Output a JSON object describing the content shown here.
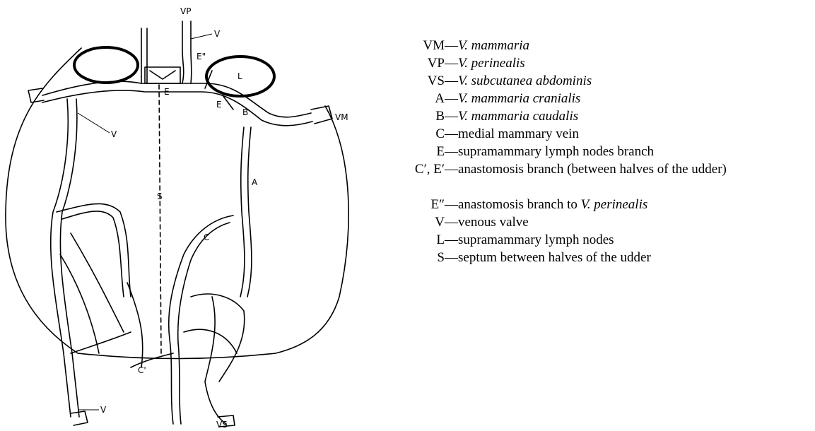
{
  "figure": {
    "labels": {
      "vp": "VP",
      "v_top": "V",
      "e_dd": "E\"",
      "l": "L",
      "e_mid": "E",
      "e_right": "E",
      "b": "B",
      "vm": "VM",
      "v_left": "V",
      "s": "S",
      "a": "A",
      "c": "C",
      "c_prime": "C'",
      "v_bottom": "V",
      "vs": "VS"
    }
  },
  "legend": [
    {
      "key": "VM",
      "desc_plain": "",
      "desc_italic": "V. mammaria"
    },
    {
      "key": "VP",
      "desc_plain": "",
      "desc_italic": "V. perinealis"
    },
    {
      "key": "VS",
      "desc_plain": "",
      "desc_italic": "V. subcutanea abdominis"
    },
    {
      "key": "A",
      "desc_plain": "",
      "desc_italic": "V. mammaria cranialis"
    },
    {
      "key": "B",
      "desc_plain": "",
      "desc_italic": "V. mammaria caudalis"
    },
    {
      "key": "C",
      "desc_plain": "medial mammary vein",
      "desc_italic": ""
    },
    {
      "key": "E",
      "desc_plain": "supramammary lymph nodes branch",
      "desc_italic": ""
    },
    {
      "key": "C′, E′",
      "desc_plain": "anastomosis branch (between halves of the udder)",
      "desc_italic": ""
    },
    {
      "key": "E″",
      "desc_plain": "anastomosis branch to ",
      "desc_italic": "V. perinealis"
    },
    {
      "key": "V",
      "desc_plain": "venous valve",
      "desc_italic": ""
    },
    {
      "key": "L",
      "desc_plain": "supramammary lymph nodes",
      "desc_italic": ""
    },
    {
      "key": "S",
      "desc_plain": "septum between halves of the udder",
      "desc_italic": ""
    }
  ],
  "separator": "—"
}
